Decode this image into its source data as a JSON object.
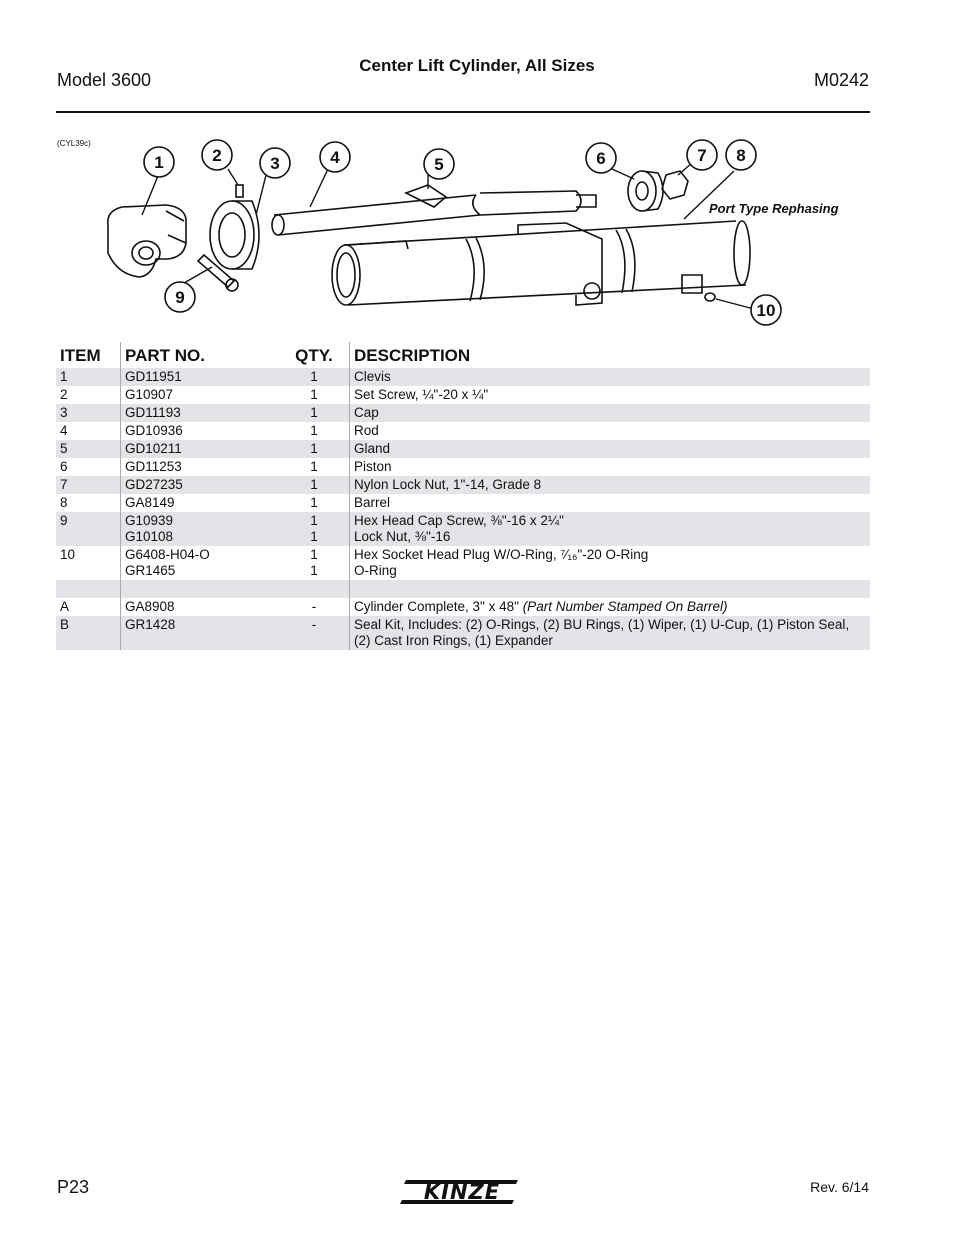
{
  "header": {
    "model": "Model 3600",
    "title": "Center Lift Cylinder, All Sizes",
    "doc_number": "M0242"
  },
  "figure": {
    "ref": "(CYL39c)",
    "callouts": [
      "1",
      "2",
      "3",
      "4",
      "5",
      "6",
      "7",
      "8",
      "9",
      "10"
    ],
    "label": "Port Type Rephasing"
  },
  "table": {
    "headers": {
      "item": "ITEM",
      "part_no": "PART NO.",
      "qty": "QTY.",
      "description": "DESCRIPTION"
    },
    "rows": [
      {
        "item": "1",
        "part_no": "GD11951",
        "qty": "1",
        "description": "Clevis"
      },
      {
        "item": "2",
        "part_no": "G10907",
        "qty": "1",
        "description": "Set Screw, ¼\"-20 x ¼\""
      },
      {
        "item": "3",
        "part_no": "GD11193",
        "qty": "1",
        "description": "Cap"
      },
      {
        "item": "4",
        "part_no": "GD10936",
        "qty": "1",
        "description": "Rod"
      },
      {
        "item": "5",
        "part_no": "GD10211",
        "qty": "1",
        "description": "Gland"
      },
      {
        "item": "6",
        "part_no": "GD11253",
        "qty": "1",
        "description": "Piston"
      },
      {
        "item": "7",
        "part_no": "GD27235",
        "qty": "1",
        "description": "Nylon Lock Nut, 1\"-14, Grade 8"
      },
      {
        "item": "8",
        "part_no": "GA8149",
        "qty": "1",
        "description": "Barrel"
      },
      {
        "item": "9",
        "part_no": "G10939",
        "part_no_2": "G10108",
        "qty": "1",
        "qty_2": "1",
        "description": "Hex Head Cap Screw, ⅜\"-16 x 2¼\"",
        "description_2": "Lock Nut, ⅜\"-16"
      },
      {
        "item": "10",
        "part_no": "G6408-H04-O",
        "part_no_2": "GR1465",
        "qty": "1",
        "qty_2": "1",
        "description": "Hex Socket Head Plug W/O-Ring, ⁷⁄₁₆\"-20 O-Ring",
        "description_2": "O-Ring"
      },
      {
        "item": "A",
        "part_no": "GA8908",
        "qty": "-",
        "description": "Cylinder Complete, 3\" x 48\"",
        "description_note": "(Part Number Stamped On Barrel)"
      },
      {
        "item": "B",
        "part_no": "GR1428",
        "qty": "-",
        "description": "Seal Kit, Includes: (2) O-Rings, (2) BU Rings, (1) Wiper, (1) U-Cup, (1) Piston Seal,",
        "description_2": "(2) Cast Iron Rings, (1) Expander"
      }
    ]
  },
  "footer": {
    "page": "P23",
    "logo": "KINZE",
    "revision": "Rev. 6/14"
  }
}
